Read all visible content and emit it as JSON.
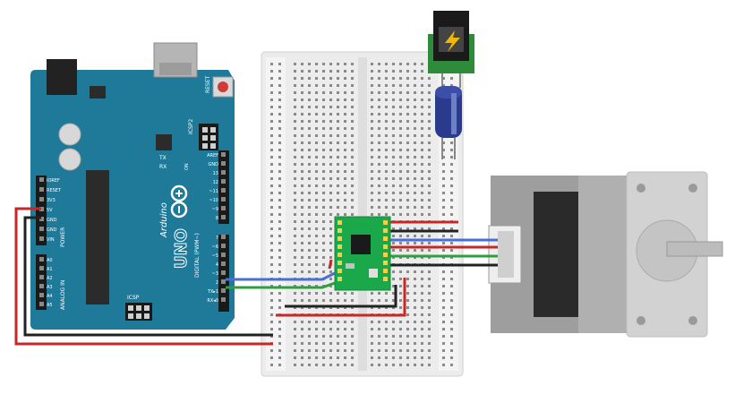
{
  "arduino": {
    "brand": "Arduino",
    "model": "UNO",
    "reset_label": "RESET",
    "icsp_label": "ICSP",
    "icsp2_label": "ICSP2",
    "power_section": "POWER",
    "analog_section": "ANALOG IN",
    "digital_section": "DIGITAL (PWM~)",
    "tx_label": "TX",
    "rx_label": "RX",
    "power_pins": [
      "IOREF",
      "RESET",
      "3V3",
      "5V",
      "GND",
      "GND",
      "VIN"
    ],
    "analog_pins": [
      "A0",
      "A1",
      "A2",
      "A3",
      "A4",
      "A5"
    ],
    "digital_top": [
      "AREF",
      "GND",
      "13",
      "12",
      "~11",
      "~10",
      "~9",
      "8"
    ],
    "digital_bottom": [
      "7",
      "~6",
      "~5",
      "4",
      "~3",
      "2",
      "TX▸1",
      "RX◂0"
    ],
    "on_label": "ON"
  },
  "colors": {
    "board": "#1f7a9a",
    "board_dark": "#155c74",
    "breadboard": "#ececec",
    "driver": "#1aa84a",
    "motor_body": "#9e9e9e",
    "motor_face": "#bdbdbd",
    "wire_red": "#c62828",
    "wire_black": "#222222",
    "wire_blue": "#4a6fd1",
    "wire_green": "#2e9e3e",
    "capacitor": "#2a3a8c",
    "jack_board": "#2e8b3a"
  },
  "icons": {
    "power_jack": "lightning-bolt-icon",
    "logo": "infinity-logo-icon"
  }
}
